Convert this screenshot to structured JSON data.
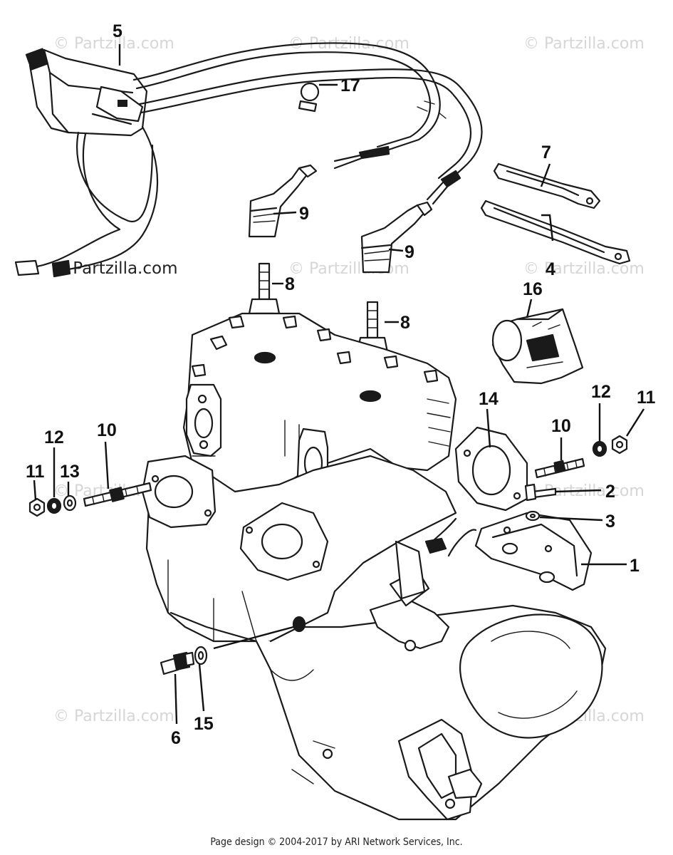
{
  "watermark": "© Partzilla.com",
  "callouts": {
    "c1": "1",
    "c2": "2",
    "c3": "3",
    "c4": "4",
    "c5": "5",
    "c6": "6",
    "c7": "7",
    "c8a": "8",
    "c8b": "8",
    "c9a": "9",
    "c9b": "9",
    "c10a": "10",
    "c10b": "10",
    "c11a": "11",
    "c11b": "11",
    "c12a": "12",
    "c12b": "12",
    "c13": "13",
    "c14": "14",
    "c15": "15",
    "c16": "16",
    "c17": "17"
  },
  "footer": "Page design © 2004-2017 by ARI Network Services, Inc."
}
